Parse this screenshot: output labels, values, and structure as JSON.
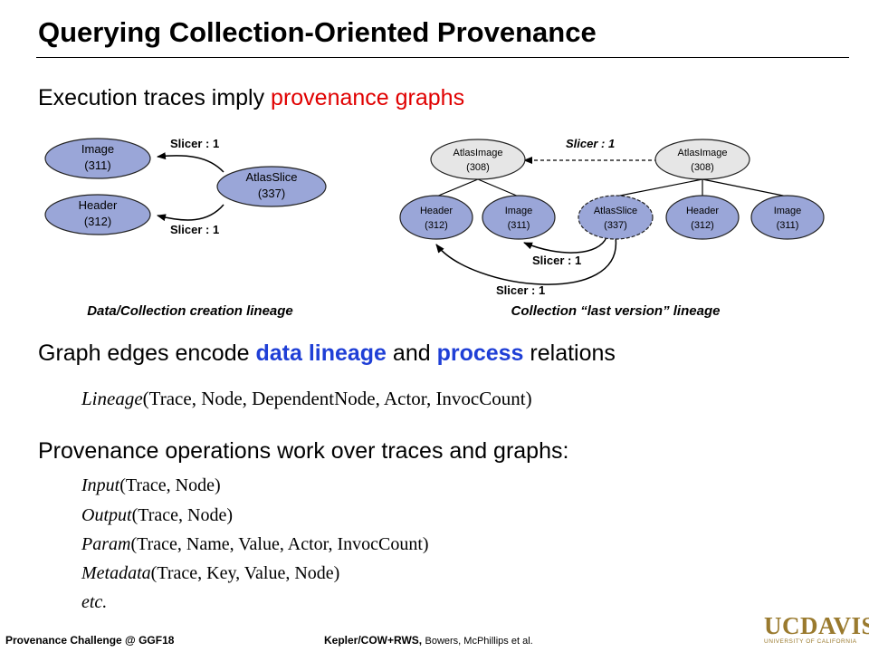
{
  "slide": {
    "title": "Querying Collection-Oriented Provenance",
    "bullet1": {
      "prefix": "Execution traces imply ",
      "highlight": "provenance graphs"
    },
    "bullet2": {
      "p1": "Graph edges encode ",
      "h1": "data lineage",
      "p2": " and ",
      "h2": "process",
      "p3": " relations"
    },
    "lineage_formula": {
      "name": "Lineage",
      "args": "(Trace, Node, DependentNode, Actor, InvocCount)"
    },
    "bullet3": "Provenance operations work over traces and graphs:",
    "operations": [
      {
        "name": "Input",
        "args": "(Trace, Node)"
      },
      {
        "name": "Output",
        "args": "(Trace, Node)"
      },
      {
        "name": "Param",
        "args": "(Trace, Name, Value, Actor, InvocCount)"
      },
      {
        "name": "Metadata",
        "args": "(Trace, Key, Value, Node)"
      },
      {
        "name": "etc.",
        "args": ""
      }
    ]
  },
  "diagram_left": {
    "nodes": [
      {
        "label": "Image",
        "id": "(311)"
      },
      {
        "label": "Header",
        "id": "(312)"
      },
      {
        "label": "AtlasSlice",
        "id": "(337)"
      }
    ],
    "edge_labels": [
      "Slicer : 1",
      "Slicer : 1"
    ],
    "caption": "Data/Collection creation lineage"
  },
  "diagram_right": {
    "nodes": [
      {
        "label": "AtlasImage",
        "id": "(308)"
      },
      {
        "label": "AtlasImage",
        "id": "(308)"
      },
      {
        "label": "Header",
        "id": "(312)"
      },
      {
        "label": "Image",
        "id": "(311)"
      },
      {
        "label": "AtlasSlice",
        "id": "(337)"
      },
      {
        "label": "Header",
        "id": "(312)"
      },
      {
        "label": "Image",
        "id": "(311)"
      }
    ],
    "edge_labels": [
      "Slicer : 1",
      "Slicer : 1",
      "Slicer : 1"
    ],
    "caption": "Collection “last version” lineage"
  },
  "footer": {
    "left": "Provenance Challenge @ GGF18",
    "mid_bold": "Kepler/COW+RWS,",
    "mid_rest": "Bowers, McPhillips et al.",
    "logo": "UCDAVIS",
    "logo_sub": "UNIVERSITY OF CALIFORNIA"
  },
  "colors": {
    "node_fill": "#9aa6d8",
    "node_fill_light": "#e6e6e6",
    "accent_red": "#e00000",
    "accent_blue": "#1f3fd6",
    "logo_gold": "#9a7a2e"
  }
}
